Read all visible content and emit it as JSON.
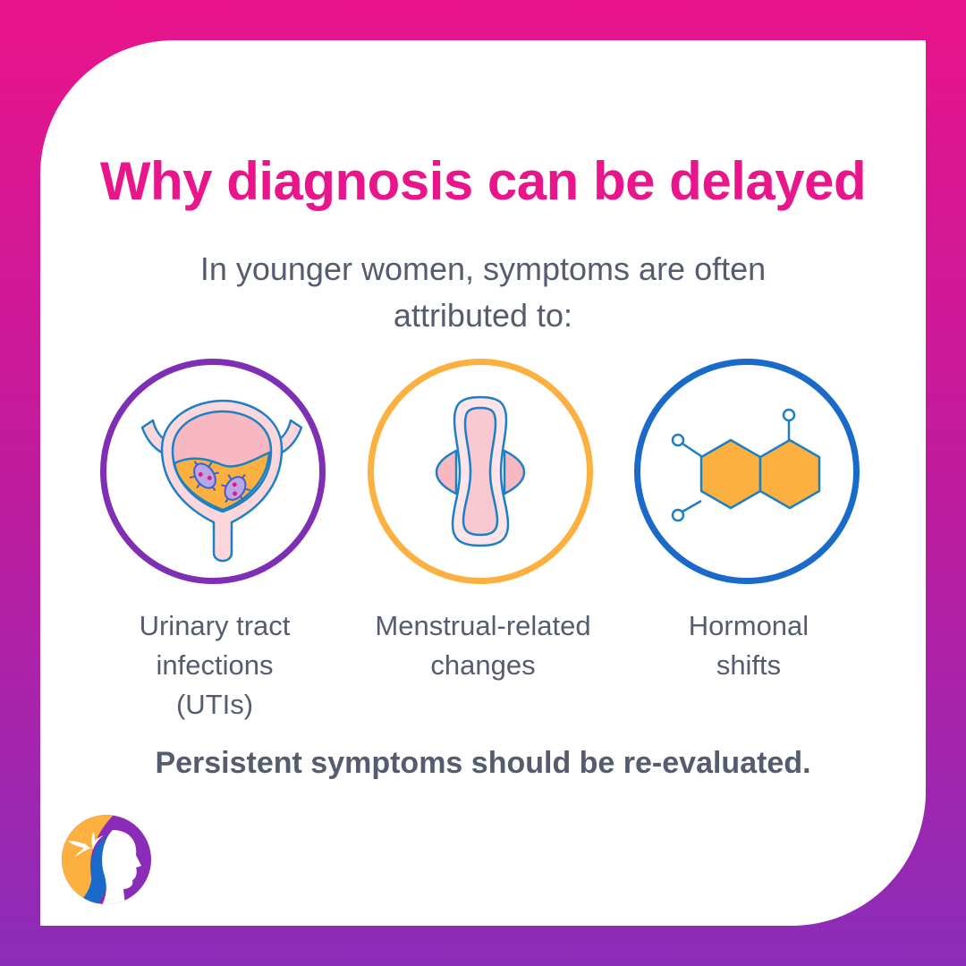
{
  "title": "Why diagnosis can be delayed",
  "subtitle": "In younger women, symptoms are often attributed to:",
  "causes": [
    {
      "label": "Urinary tract\ninfections\n(UTIs)",
      "icon": "bladder-icon",
      "ring_color": "#7e2fb4"
    },
    {
      "label": "Menstrual-related\nchanges",
      "icon": "sanitary-pad-icon",
      "ring_color": "#fbb040"
    },
    {
      "label": "Hormonal\nshifts",
      "icon": "molecule-icon",
      "ring_color": "#1a6ac9"
    }
  ],
  "footer": "Persistent symptoms should be re-evaluated.",
  "colors": {
    "accent": "#e8168a",
    "text": "#555c6e",
    "background_top": "#e8138b",
    "background_bottom": "#8b2cb8"
  },
  "logo": {
    "icon": "woman-profile-lily-logo"
  }
}
